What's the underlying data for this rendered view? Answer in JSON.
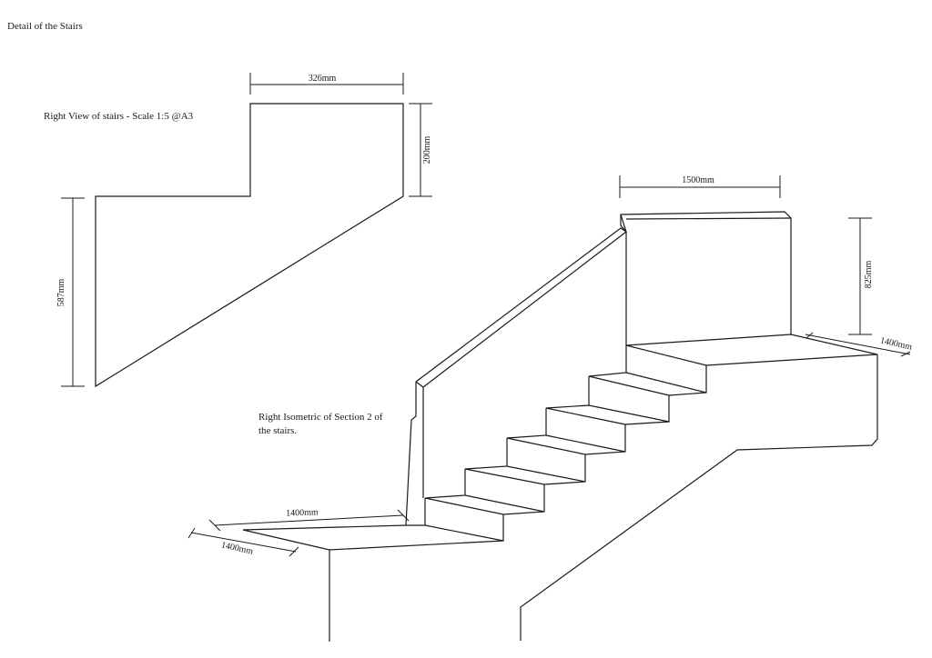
{
  "title": "Detail of the Stairs",
  "right_view": {
    "label": "Right View of stairs - Scale 1:5 @A3",
    "dim_width": "326mm",
    "dim_step_height": "200mm",
    "dim_total_height": "587mm"
  },
  "isometric": {
    "label_line1": "Right Isometric of Section 2 of",
    "label_line2": "the stairs.",
    "dim_landing_width": "1500mm",
    "dim_wall_height": "825mm",
    "dim_top_depth": "1400mm",
    "dim_bottom_width": "1400mm",
    "dim_bottom_depth": "1400mm"
  }
}
